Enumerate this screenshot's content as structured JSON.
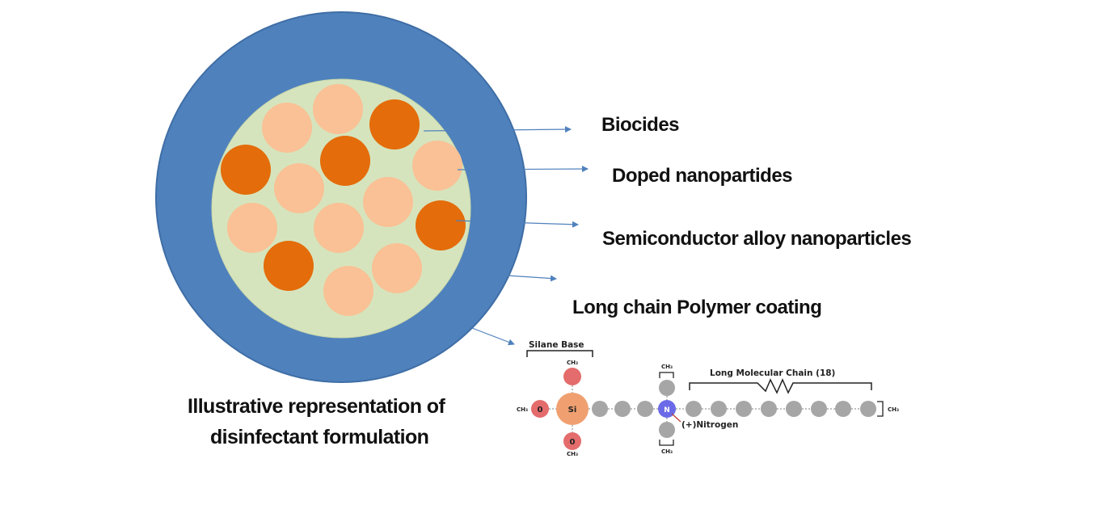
{
  "labels": {
    "biocides": "Biocides",
    "doped": "Doped  nanopartides",
    "semiconductor": "Semiconductor alloy  nanoparticles",
    "polymer": "Long chain Polymer coating"
  },
  "caption": {
    "line1": "Illustrative representation of",
    "line2": "disinfectant formulation"
  },
  "molecule": {
    "silane_base": "Silane Base",
    "long_chain": "Long Molecular Chain (18)",
    "nitrogen": "(+)Nitrogen",
    "si": "Si",
    "o": "0",
    "n": "N",
    "ch3": "CH₃"
  },
  "colors": {
    "coating": "#4f81bd",
    "core": "#d6e4bd",
    "biocide": "#e46c0a",
    "doped": "#f9c195",
    "arrow": "#4f81bd",
    "oxygen": "#e46c6c",
    "silicon": "#f0a070",
    "nitrogen": "#6b6be8",
    "chain": "#a6a6a6"
  }
}
